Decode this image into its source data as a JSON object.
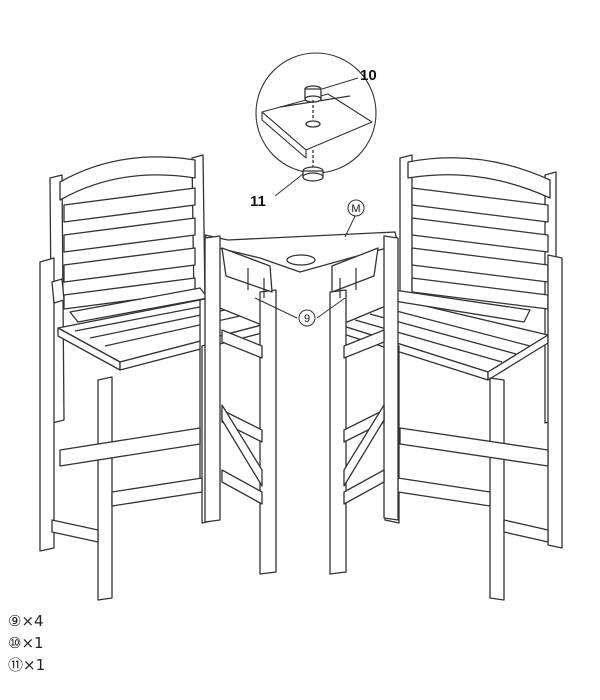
{
  "callouts": {
    "c10": "10",
    "c11": "11",
    "cM": "M",
    "c9": "9"
  },
  "parts_list": [
    {
      "id": "⑨",
      "qty": "×4"
    },
    {
      "id": "⑩",
      "qty": "×1"
    },
    {
      "id": "⑪",
      "qty": "×1"
    }
  ]
}
